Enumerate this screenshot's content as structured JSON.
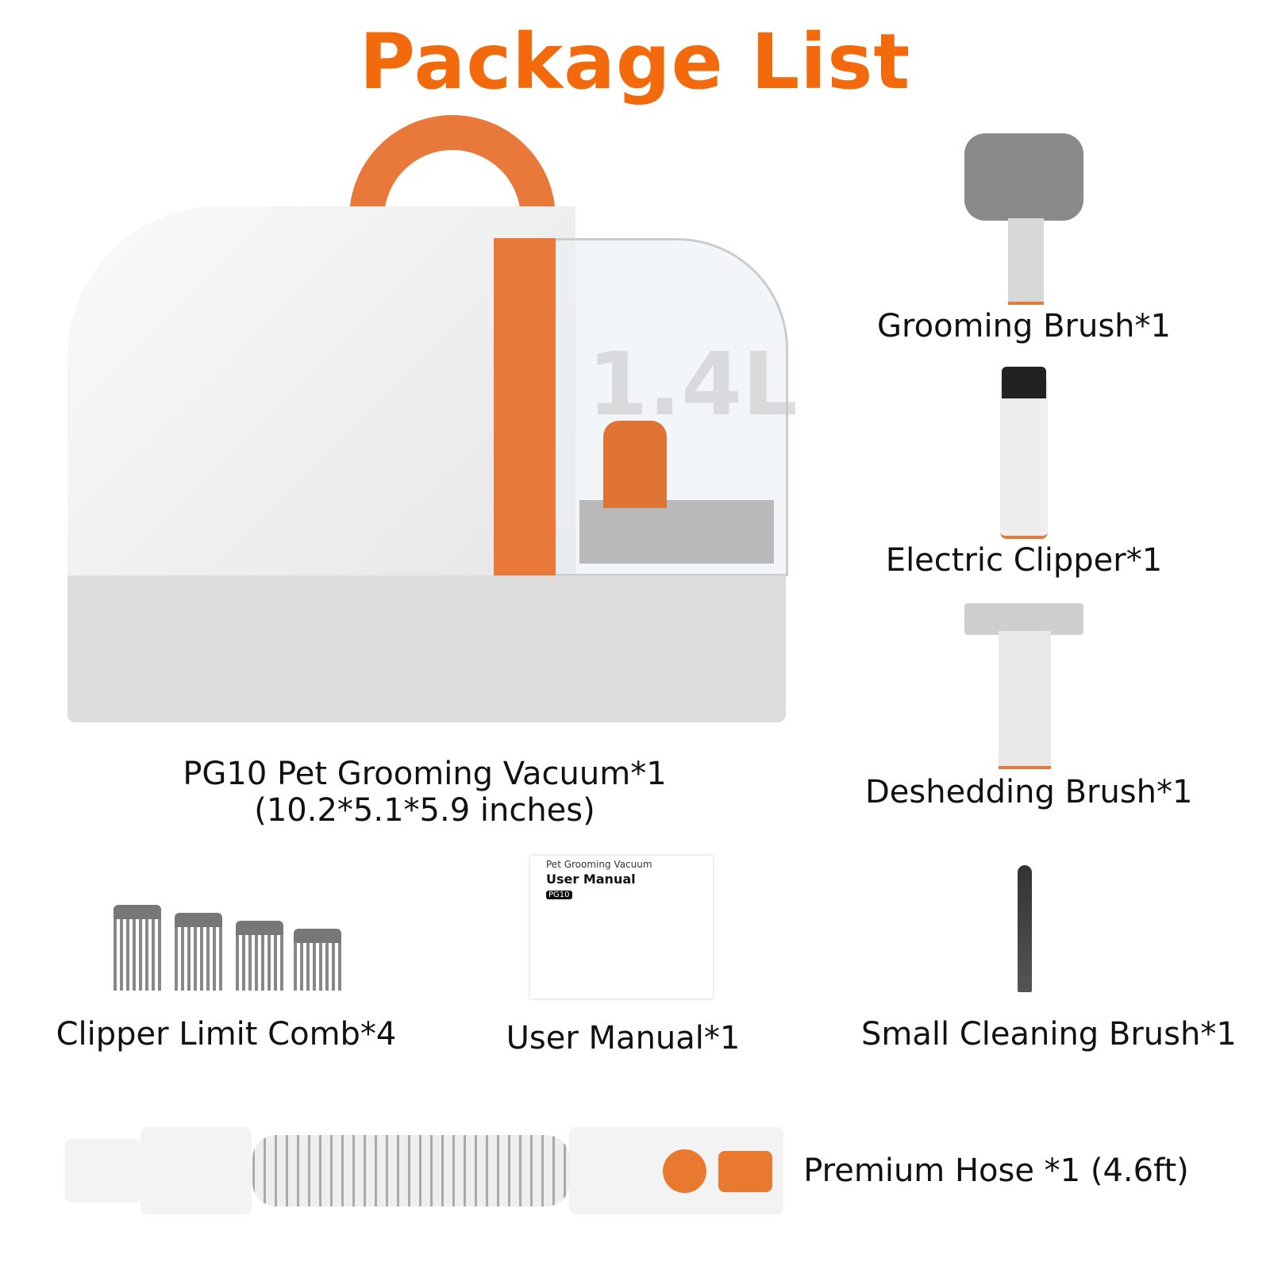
{
  "title": "Package List",
  "colors": {
    "accent": "#f26a0c",
    "product_orange": "#e8793a"
  },
  "vacuum": {
    "capacity_mark": "1.4L",
    "label_line1": "PG10 Pet Grooming Vacuum*1",
    "label_line2": "(10.2*5.1*5.9 inches)"
  },
  "items": [
    {
      "label": "Grooming Brush*1"
    },
    {
      "label": "Electric Clipper*1"
    },
    {
      "label": "Deshedding Brush*1"
    },
    {
      "label": "Clipper Limit Comb*4"
    },
    {
      "label": "User Manual*1"
    },
    {
      "label": "Small Cleaning Brush*1"
    },
    {
      "label": "Premium Hose *1 (4.6ft)"
    }
  ],
  "manual": {
    "subtitle": "Pet Grooming Vacuum",
    "title": "User Manual",
    "model": "PG10"
  }
}
